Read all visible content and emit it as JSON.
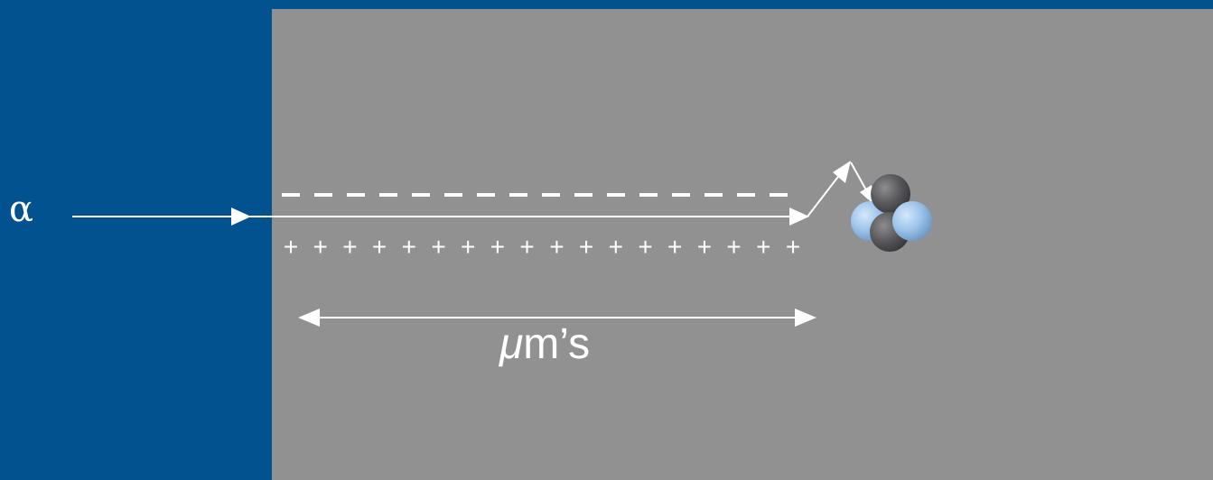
{
  "particle_symbol": "α",
  "scale_label": {
    "symbol": "μ",
    "suffix": "m’s"
  },
  "charges": {
    "negative_symbol": "-",
    "negative_count": 16,
    "positive_symbol": "+",
    "positive_count": 18
  },
  "nucleus": {
    "protons": 2,
    "neutrons": 2
  },
  "colors": {
    "background": "#02528f",
    "panel": "#919191",
    "arrow": "#ffffff",
    "proton": "#9cc3ea",
    "neutron": "#5a5a5c"
  }
}
